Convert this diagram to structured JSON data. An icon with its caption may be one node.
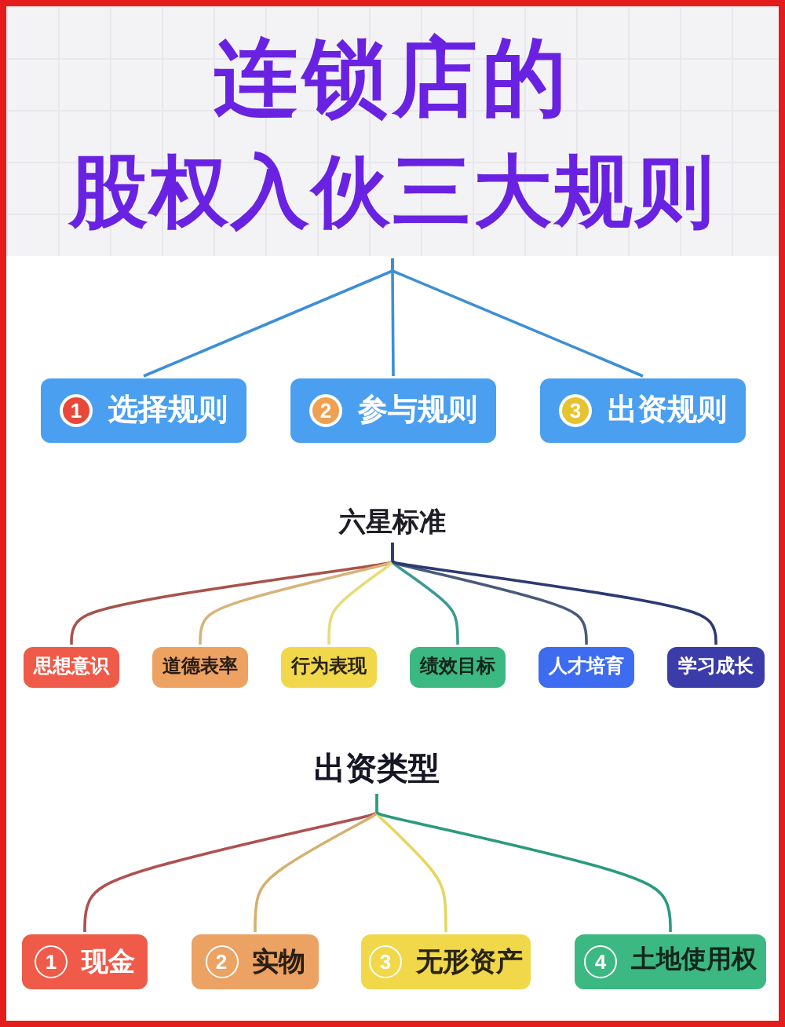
{
  "diagram": {
    "nodes": [
      {
        "text": [
          "连锁店的",
          "股权入伙三大规则"
        ]
      },
      {
        "text": [
          "1",
          "选择规则"
        ]
      },
      {
        "text": [
          "2",
          "参与规则"
        ]
      },
      {
        "text": [
          "3",
          "出资规则"
        ]
      },
      {
        "text": [
          "六星标准"
        ]
      },
      {
        "text": [
          "思想意识"
        ]
      },
      {
        "text": [
          "道德表率"
        ]
      },
      {
        "text": [
          "行为表现"
        ]
      },
      {
        "text": [
          "绩效目标"
        ]
      },
      {
        "text": [
          "人才培育"
        ]
      },
      {
        "text": [
          "学习成长"
        ]
      },
      {
        "text": [
          "出资类型"
        ]
      },
      {
        "text": [
          "1",
          "现金"
        ]
      },
      {
        "text": [
          "2",
          "实物"
        ]
      },
      {
        "text": [
          "3",
          "无形资产"
        ]
      },
      {
        "text": [
          "4",
          "土地使用权"
        ]
      }
    ],
    "edges": [
      {
        "from": 0,
        "to": 1,
        "arrow": "none",
        "color": "#3d8fd6"
      },
      {
        "from": 0,
        "to": 2,
        "arrow": "none",
        "color": "#3d8fd6"
      },
      {
        "from": 0,
        "to": 3,
        "arrow": "none",
        "color": "#3d8fd6"
      },
      {
        "from": 4,
        "to": 5,
        "arrow": "none",
        "color": "#a8524a"
      },
      {
        "from": 4,
        "to": 6,
        "arrow": "none",
        "color": "#d6b47a"
      },
      {
        "from": 4,
        "to": 7,
        "arrow": "none",
        "color": "#e6dc78"
      },
      {
        "from": 4,
        "to": 8,
        "arrow": "none",
        "color": "#3c9a96"
      },
      {
        "from": 4,
        "to": 9,
        "arrow": "none",
        "color": "#4a5a7c"
      },
      {
        "from": 4,
        "to": 10,
        "arrow": "none",
        "color": "#2c3a72"
      },
      {
        "from": 11,
        "to": 12,
        "arrow": "none",
        "color": "#b05050"
      },
      {
        "from": 11,
        "to": 13,
        "arrow": "none",
        "color": "#d6b070"
      },
      {
        "from": 11,
        "to": 14,
        "arrow": "none",
        "color": "#e6d660"
      },
      {
        "from": 11,
        "to": 15,
        "arrow": "none",
        "color": "#2a9a80"
      }
    ]
  }
}
